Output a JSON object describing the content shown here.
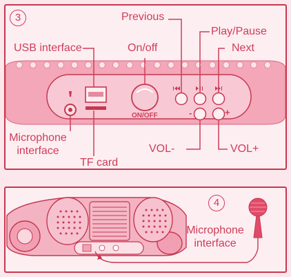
{
  "panel3": {
    "step": "3",
    "labels": {
      "usb": "USB interface",
      "onoff": "On/off",
      "previous": "Previous",
      "playpause": "Play/Pause",
      "next": "Next",
      "mic_line1": "Microphone",
      "mic_line2": "interface",
      "tf": "TF card",
      "volminus": "VOL-",
      "volplus": "VOL+"
    },
    "device_text": {
      "onoff_print": "ON/OFF",
      "minus": "-",
      "plus": "+"
    }
  },
  "panel4": {
    "step": "4",
    "labels": {
      "mic_line1": "Microphone",
      "mic_line2": "interface"
    }
  },
  "colors": {
    "accent": "#cf3d58",
    "background": "#fbe7ec"
  }
}
